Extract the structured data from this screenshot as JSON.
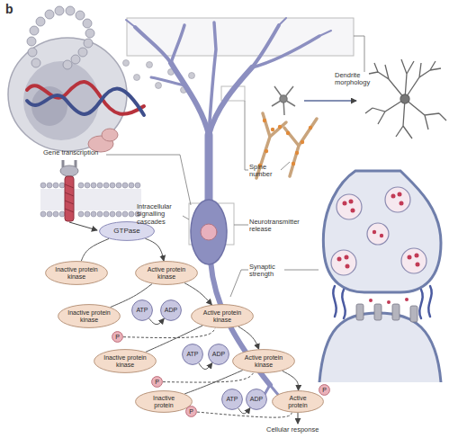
{
  "diagram": {
    "nodes": [
      {
        "text": [
          "GTPase"
        ]
      },
      {
        "text": [
          "Inactive protein kinase"
        ]
      },
      {
        "text": [
          "Active protein kinase"
        ]
      },
      {
        "text": [
          "Inactive protein kinase"
        ]
      },
      {
        "text": [
          "ATP"
        ]
      },
      {
        "text": [
          "ADP"
        ]
      },
      {
        "text": [
          "Active protein kinase"
        ]
      },
      {
        "text": [
          "P"
        ]
      },
      {
        "text": [
          "Inactive protein kinase"
        ]
      },
      {
        "text": [
          "ATP"
        ]
      },
      {
        "text": [
          "ADP"
        ]
      },
      {
        "text": [
          "Active protein kinase"
        ]
      },
      {
        "text": [
          "P"
        ]
      },
      {
        "text": [
          "Inactive protein"
        ]
      },
      {
        "text": [
          "P"
        ]
      },
      {
        "text": [
          "ATP"
        ]
      },
      {
        "text": [
          "ADP"
        ]
      },
      {
        "text": [
          "Active protein"
        ]
      },
      {
        "text": [
          "P"
        ]
      }
    ],
    "edges": [
      {
        "from": 0,
        "to": 1,
        "arrow": "none"
      },
      {
        "from": 0,
        "to": 2,
        "arrow": "to"
      },
      {
        "from": 2,
        "to": 3,
        "arrow": "none"
      },
      {
        "from": 2,
        "to": 6,
        "arrow": "to"
      },
      {
        "from": 4,
        "to": 5,
        "arrow": "to"
      },
      {
        "from": 7,
        "to": 6,
        "arrow": "none"
      },
      {
        "from": 6,
        "to": 8,
        "arrow": "none"
      },
      {
        "from": 6,
        "to": 11,
        "arrow": "to"
      },
      {
        "from": 9,
        "to": 10,
        "arrow": "to"
      },
      {
        "from": 12,
        "to": 11,
        "arrow": "none"
      },
      {
        "from": 11,
        "to": 13,
        "arrow": "none"
      },
      {
        "from": 11,
        "to": 17,
        "arrow": "to"
      },
      {
        "from": 15,
        "to": 16,
        "arrow": "to"
      },
      {
        "from": 14,
        "to": 17,
        "arrow": "none"
      }
    ],
    "labels": [
      "b",
      "Dendrite morphology",
      "Gene transcription",
      "Spine number",
      "Intracellular signalling cascades",
      "Neurotransmitter release",
      "Synaptic strength",
      "Cellular response"
    ]
  }
}
